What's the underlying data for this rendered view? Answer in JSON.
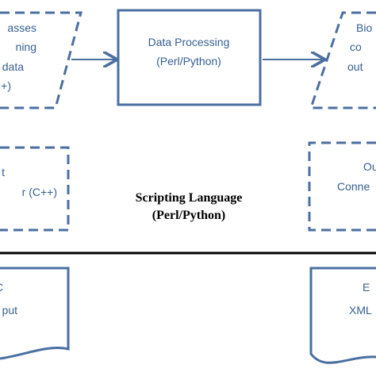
{
  "colors": {
    "stroke": "#4a6fa0",
    "text": "#365f91",
    "center_text": "#000000",
    "divider": "#000000"
  },
  "top_left_parallelogram": {
    "lines": [
      "asses",
      "ning",
      "data",
      "+)"
    ]
  },
  "top_center_box": {
    "line1": "Data Processing",
    "line2": "(Perl/Python)"
  },
  "top_right_parallelogram": {
    "lines": [
      "Bio",
      "co",
      "out"
    ]
  },
  "middle_left_box": {
    "lines": [
      "t",
      "r (C++)"
    ]
  },
  "middle_right_box": {
    "lines": [
      "Ou",
      "Conne"
    ]
  },
  "center_label": {
    "line1": "Scripting Language",
    "line2": "(Perl/Python)"
  },
  "bottom_left_document": {
    "lines": [
      "C",
      "put"
    ]
  },
  "bottom_right_document": {
    "lines": [
      "E",
      "XML"
    ]
  }
}
